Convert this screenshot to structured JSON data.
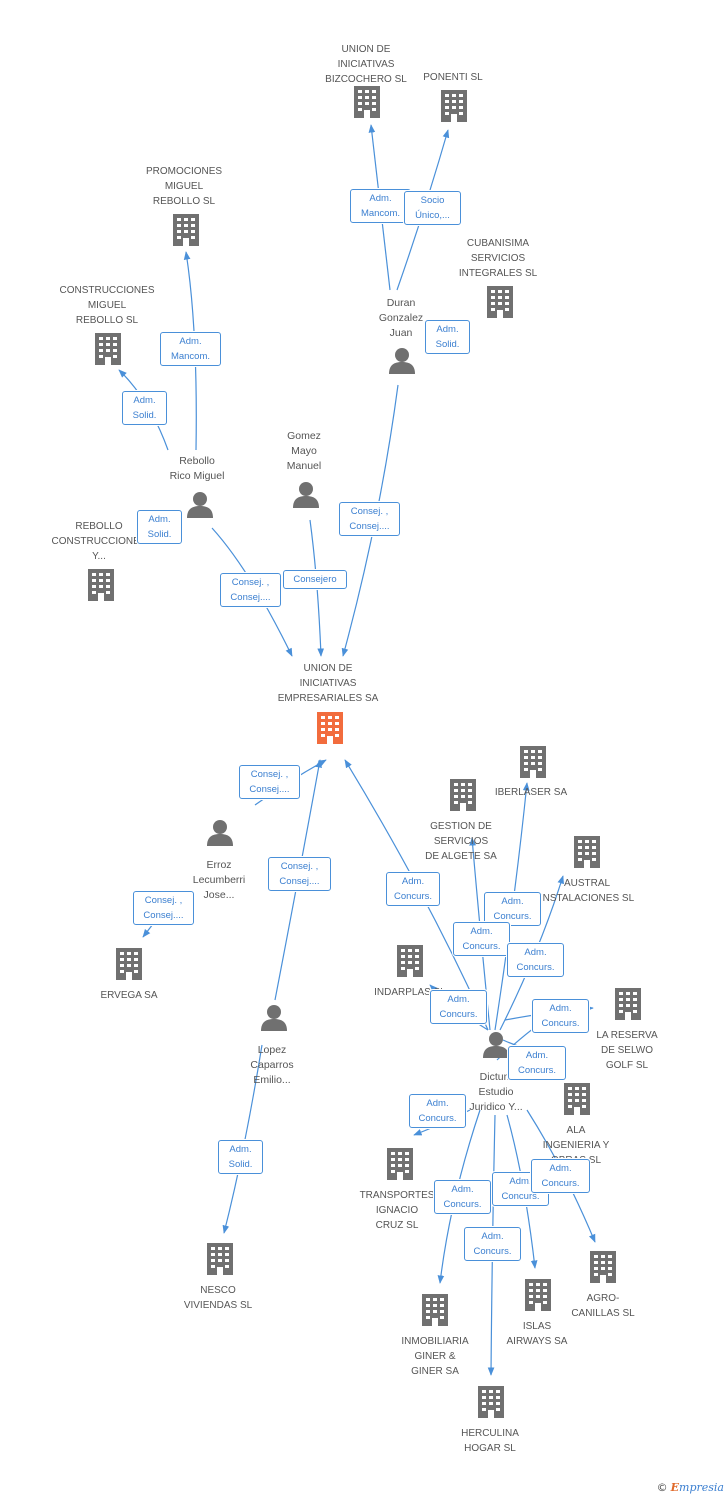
{
  "colors": {
    "edge": "#4a90d9",
    "building": "#707070",
    "center": "#f26c3d",
    "person": "#707070",
    "rel_text": "#3b7fd0",
    "label": "#555555"
  },
  "center": {
    "label": "UNION DE\nINICIATIVAS\nEMPRESARIALES SA",
    "icon": "building-icon"
  },
  "companies": [
    {
      "id": "c-union-bizcochero",
      "label": "UNION DE\nINICIATIVAS\nBIZCOCHERO SL"
    },
    {
      "id": "c-ponenti",
      "label": "PONENTI SL"
    },
    {
      "id": "c-promociones",
      "label": "PROMOCIONES\nMIGUEL\nREBOLLO SL"
    },
    {
      "id": "c-cubanisima",
      "label": "CUBANISIMA\nSERVICIOS\nINTEGRALES SL"
    },
    {
      "id": "c-construcciones",
      "label": "CONSTRUCCIONES\nMIGUEL\nREBOLLO SL"
    },
    {
      "id": "c-rebollo-constr",
      "label": "REBOLLO\nCONSTRUCCIONES\nY..."
    },
    {
      "id": "c-iberlaser",
      "label": "IBERLASER SA"
    },
    {
      "id": "c-gestion",
      "label": "GESTION DE\nSERVICIOS\nDE ALGETE SA"
    },
    {
      "id": "c-austral",
      "label": "AUSTRAL\nINSTALACIONES SL"
    },
    {
      "id": "c-ervega",
      "label": "ERVEGA SA"
    },
    {
      "id": "c-indarplas",
      "label": "INDARPLAS SL"
    },
    {
      "id": "c-reserva",
      "label": "LA RESERVA\nDE SELWO\nGOLF SL"
    },
    {
      "id": "c-ala",
      "label": "ALA\nINGENIERIA Y\nOBRAS SL"
    },
    {
      "id": "c-transportes",
      "label": "TRANSPORTES\nIGNACIO\nCRUZ SL"
    },
    {
      "id": "c-nesco",
      "label": "NESCO\nVIVIENDAS SL"
    },
    {
      "id": "c-agro",
      "label": "AGRO-\nCANILLAS SL"
    },
    {
      "id": "c-islas",
      "label": "ISLAS\nAIRWAYS SA"
    },
    {
      "id": "c-inmobiliaria",
      "label": "INMOBILIARIA\nGINER &\nGINER SA"
    },
    {
      "id": "c-herculina",
      "label": "HERCULINA\nHOGAR SL"
    }
  ],
  "people": [
    {
      "id": "p-duran",
      "label": "Duran\nGonzalez\nJuan"
    },
    {
      "id": "p-rebollo",
      "label": "Rebollo\nRico Miguel"
    },
    {
      "id": "p-gomez",
      "label": "Gomez\nMayo\nManuel"
    },
    {
      "id": "p-erroz",
      "label": "Erroz\nLecumberri\nJose..."
    },
    {
      "id": "p-lopez",
      "label": "Lopez\nCaparros\nEmilio..."
    },
    {
      "id": "p-dictum",
      "label": "Dictum\nEstudio\nJuridico Y..."
    }
  ],
  "relations": [
    {
      "id": "r1",
      "label": "Adm.\nMancom."
    },
    {
      "id": "r2",
      "label": "Socio\nÚnico,..."
    },
    {
      "id": "r3",
      "label": "Adm.\nSolid."
    },
    {
      "id": "r4",
      "label": "Adm.\nMancom."
    },
    {
      "id": "r5",
      "label": "Adm.\nSolid."
    },
    {
      "id": "r6",
      "label": "Consej. ,\nConsej...."
    },
    {
      "id": "r7",
      "label": "Adm.\nSolid."
    },
    {
      "id": "r8",
      "label": "Consej. ,\nConsej...."
    },
    {
      "id": "r9",
      "label": "Consejero"
    },
    {
      "id": "r10",
      "label": "Consej. ,\nConsej...."
    },
    {
      "id": "r11",
      "label": "Consej. ,\nConsej...."
    },
    {
      "id": "r12",
      "label": "Consej. ,\nConsej...."
    },
    {
      "id": "r13",
      "label": "Adm.\nConcurs."
    },
    {
      "id": "r14",
      "label": "Adm.\nConcurs."
    },
    {
      "id": "r15",
      "label": "Adm.\nConcurs."
    },
    {
      "id": "r16",
      "label": "Adm.\nConcurs."
    },
    {
      "id": "r17",
      "label": "Adm.\nConcurs."
    },
    {
      "id": "r18",
      "label": "Adm.\nConcurs."
    },
    {
      "id": "r19",
      "label": "Adm.\nConcurs."
    },
    {
      "id": "r20",
      "label": "Adm.\nConcurs."
    },
    {
      "id": "r21",
      "label": "Adm.\nSolid."
    },
    {
      "id": "r22",
      "label": "Adm.\nConcurs."
    },
    {
      "id": "r23",
      "label": "Adm.\nConcurs."
    },
    {
      "id": "r24",
      "label": "Adm.\nConcurs."
    },
    {
      "id": "r25",
      "label": "Adm.\nConcurs."
    }
  ],
  "watermark": {
    "copyright": "©",
    "brand_initial": "E",
    "brand_rest": "mpresia"
  }
}
